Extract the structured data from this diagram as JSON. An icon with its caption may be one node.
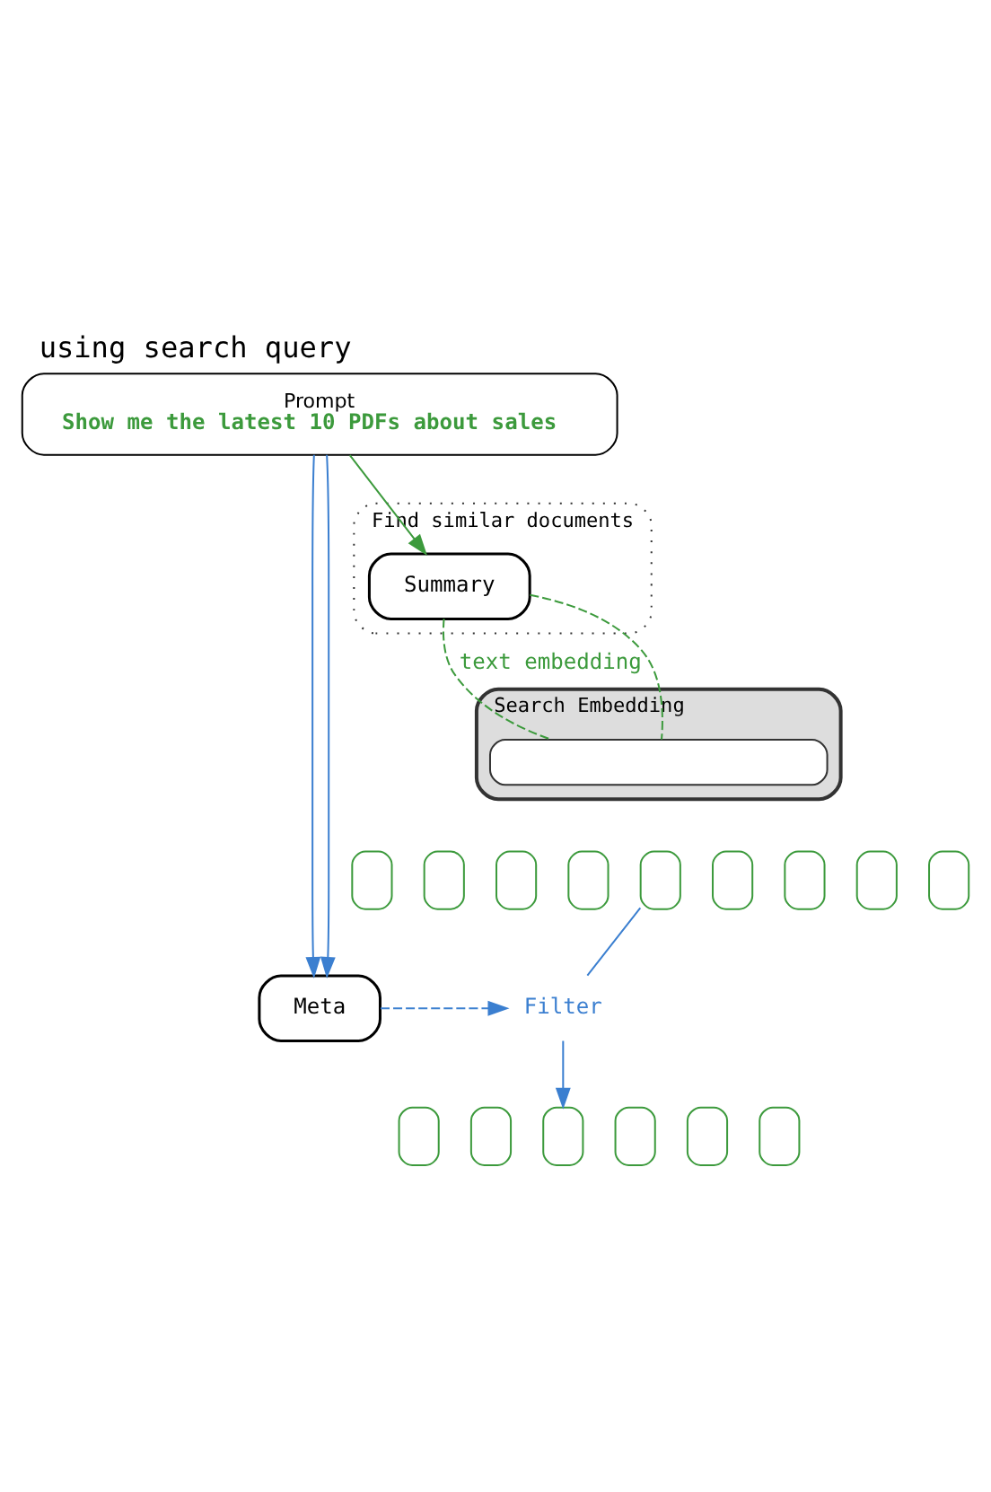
{
  "diagram": {
    "title": "using search query",
    "nodes": [
      {
        "text": [
          "Prompt",
          "Show me the latest 10 PDFs about sales"
        ]
      },
      {
        "text": [
          "Find similar documents"
        ]
      },
      {
        "text": [
          "Summary"
        ],
        "in": 1
      },
      {
        "text": [
          "Search Embedding"
        ]
      },
      {
        "text": [],
        "shape": "box",
        "in": 3
      },
      {
        "text": [],
        "shape": "box"
      },
      {
        "text": [],
        "shape": "box"
      },
      {
        "text": [],
        "shape": "box"
      },
      {
        "text": [],
        "shape": "box"
      },
      {
        "text": [],
        "shape": "box"
      },
      {
        "text": [],
        "shape": "box"
      },
      {
        "text": [],
        "shape": "box"
      },
      {
        "text": [],
        "shape": "box"
      },
      {
        "text": [],
        "shape": "box"
      },
      {
        "text": [
          "Meta"
        ]
      },
      {
        "text": [
          "Filter"
        ]
      },
      {
        "text": [],
        "shape": "box"
      },
      {
        "text": [],
        "shape": "box"
      },
      {
        "text": [],
        "shape": "box"
      },
      {
        "text": [],
        "shape": "box"
      },
      {
        "text": [],
        "shape": "box"
      },
      {
        "text": [],
        "shape": "box"
      }
    ],
    "edges": [
      {
        "from": 0,
        "to": 2,
        "arrow": "to",
        "color": "#3c9a3c"
      },
      {
        "from": 0,
        "to": 14,
        "arrow": "to"
      },
      {
        "from": 0,
        "to": 14,
        "arrow": "to"
      },
      {
        "from": 2,
        "to": 4,
        "arrow": "none",
        "label": "text embedding",
        "style": "dashed",
        "color": "#3c9a3c"
      },
      {
        "from": 2,
        "to": 4,
        "arrow": "none",
        "style": "dashed",
        "color": "#3c9a3c"
      },
      {
        "from": 14,
        "to": 15,
        "arrow": "to",
        "style": "dashed"
      },
      {
        "from": 9,
        "to": 15,
        "arrow": "none"
      },
      {
        "from": 15,
        "to": 18,
        "arrow": "to"
      }
    ]
  }
}
